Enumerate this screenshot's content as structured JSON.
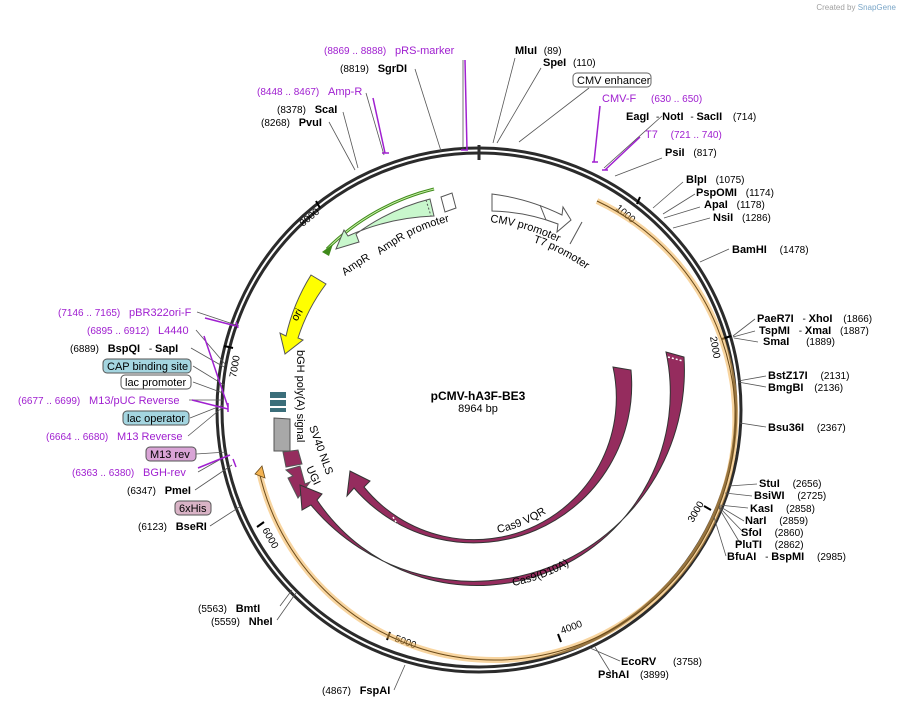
{
  "credit": {
    "prefix": "Created by",
    "brand": "SnapGene"
  },
  "plasmid": {
    "name": "pCMV-hA3F-BE3",
    "length": 8964,
    "length_label": "8964 bp"
  },
  "ticks": [
    "1000",
    "2000",
    "3000",
    "4000",
    "5000",
    "6000",
    "7000",
    "8000"
  ],
  "colors": {
    "backbone": "#2b2b2b",
    "enzyme": "#000000",
    "primer": "#a020d0",
    "cds": "#952c5e",
    "ori": "#ffff00",
    "ampr": "#c8f7cc",
    "promoter": "#ffffff",
    "terminator": "#a8a8a8",
    "orange_band": "#f3b352",
    "green_band": "#3f8a1a",
    "cap_label": "#a4d5e0",
    "tag_label": "#d9a4d6",
    "his_label": "#d9b3c6"
  },
  "features": [
    {
      "name": "Cas9 VQR",
      "type": "CDS"
    },
    {
      "name": "Cas9(D10A)",
      "type": "CDS"
    },
    {
      "name": "UGI",
      "type": "CDS"
    },
    {
      "name": "SV40 NLS",
      "type": "CDS"
    },
    {
      "name": "bGH poly(A) signal",
      "type": "terminator"
    },
    {
      "name": "ori",
      "type": "rep_origin"
    },
    {
      "name": "AmpR",
      "type": "CDS"
    },
    {
      "name": "AmpR promoter",
      "type": "promoter"
    },
    {
      "name": "CMV promoter",
      "type": "promoter"
    },
    {
      "name": "T7 promoter",
      "type": "promoter"
    }
  ],
  "labels_right": [
    {
      "name": "MluI",
      "pos": "(89)"
    },
    {
      "name": "SpeI",
      "pos": "(110)"
    },
    {
      "name": "CMV enhancer",
      "boxed": true
    },
    {
      "name": "CMV-F",
      "pos": "(630 .. 650)",
      "primer": true
    },
    {
      "name": "EagI",
      "sep": "-",
      "name2": "NotI",
      "sep2": "-",
      "name3": "SacII",
      "pos": "(714)"
    },
    {
      "name": "T7",
      "pos": "(721 .. 740)",
      "primer": true
    },
    {
      "name": "PsiI",
      "pos": "(817)"
    },
    {
      "name": "BlpI",
      "pos": "(1075)"
    },
    {
      "name": "PspOMI",
      "pos": "(1174)"
    },
    {
      "name": "ApaI",
      "pos": "(1178)"
    },
    {
      "name": "NsiI",
      "pos": "(1286)"
    },
    {
      "name": "BamHI",
      "pos": "(1478)"
    },
    {
      "name": "PaeR7I",
      "sep": "-",
      "name2": "XhoI",
      "pos": "(1866)"
    },
    {
      "name": "TspMI",
      "sep": "-",
      "name2": "XmaI",
      "pos": "(1887)"
    },
    {
      "name": "SmaI",
      "pos": "(1889)"
    },
    {
      "name": "BstZ17I",
      "pos": "(2131)"
    },
    {
      "name": "BmgBI",
      "pos": "(2136)"
    },
    {
      "name": "Bsu36I",
      "pos": "(2367)"
    },
    {
      "name": "StuI",
      "pos": "(2656)"
    },
    {
      "name": "BsiWI",
      "pos": "(2725)"
    },
    {
      "name": "KasI",
      "pos": "(2858)"
    },
    {
      "name": "NarI",
      "pos": "(2859)"
    },
    {
      "name": "SfoI",
      "pos": "(2860)"
    },
    {
      "name": "PluTI",
      "pos": "(2862)"
    },
    {
      "name": "BfuAI",
      "sep": "-",
      "name2": "BspMI",
      "pos": "(2985)"
    },
    {
      "name": "EcoRV",
      "pos": "(3758)"
    },
    {
      "name": "PshAI",
      "pos": "(3899)"
    }
  ],
  "labels_left": [
    {
      "name": "pRS-marker",
      "pos": "(8869 .. 8888)",
      "primer": true
    },
    {
      "name": "SgrDI",
      "pos": "(8819)"
    },
    {
      "name": "Amp-R",
      "pos": "(8448 .. 8467)",
      "primer": true
    },
    {
      "name": "ScaI",
      "pos": "(8378)"
    },
    {
      "name": "PvuI",
      "pos": "(8268)"
    },
    {
      "name": "pBR322ori-F",
      "pos": "(7146 .. 7165)",
      "primer": true
    },
    {
      "name": "L4440",
      "pos": "(6895 .. 6912)",
      "primer": true
    },
    {
      "name": "BspQI",
      "sep": "-",
      "name2": "SapI",
      "pos": "(6889)"
    },
    {
      "name": "CAP binding site",
      "boxed": true
    },
    {
      "name": "lac promoter",
      "boxed": true
    },
    {
      "name": "M13/pUC Reverse",
      "pos": "(6677 .. 6699)",
      "primer": true
    },
    {
      "name": "lac operator",
      "boxed": true
    },
    {
      "name": "M13 Reverse",
      "pos": "(6664 .. 6680)",
      "primer": true
    },
    {
      "name": "M13 rev",
      "boxed": true
    },
    {
      "name": "BGH-rev",
      "pos": "(6363 .. 6380)",
      "primer": true
    },
    {
      "name": "PmeI",
      "pos": "(6347)"
    },
    {
      "name": "6xHis",
      "boxed": true
    },
    {
      "name": "BseRI",
      "pos": "(6123)"
    },
    {
      "name": "BmtI",
      "pos": "(5563)"
    },
    {
      "name": "NheI",
      "pos": "(5559)"
    },
    {
      "name": "FspAI",
      "pos": "(4867)"
    }
  ]
}
